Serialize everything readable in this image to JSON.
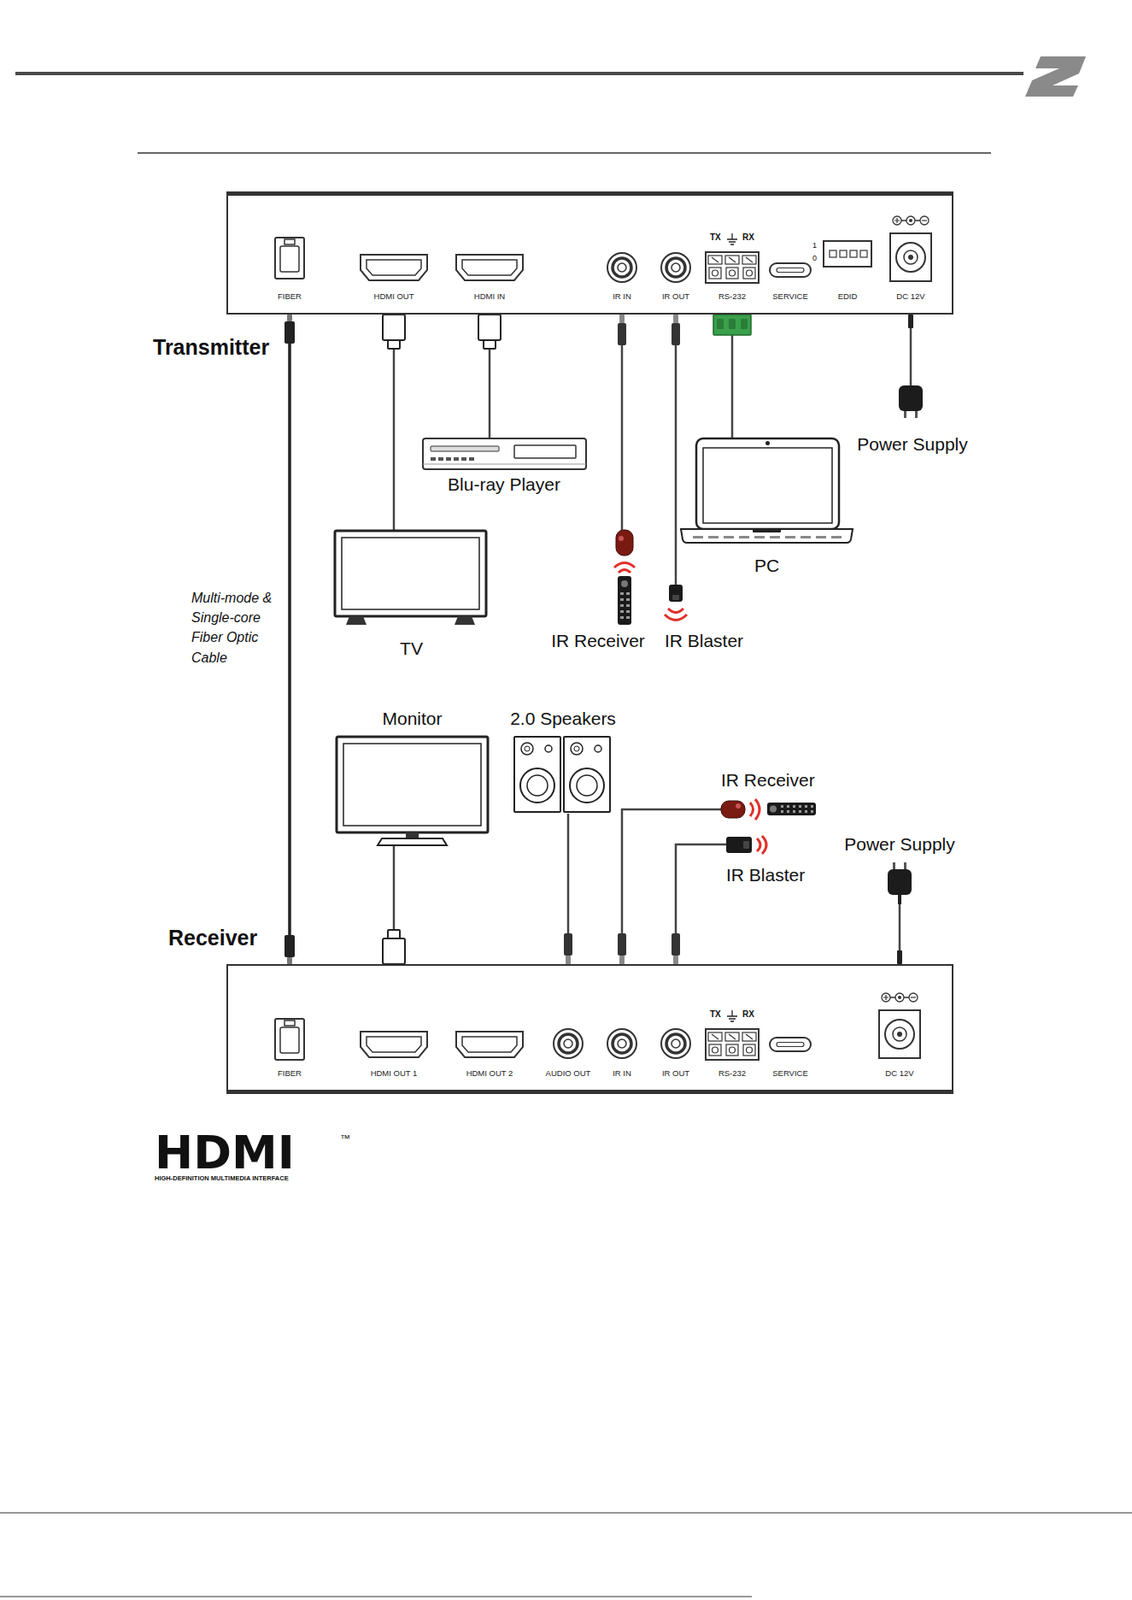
{
  "diagram": {
    "nodes": [
      {
        "text": [
          "Transmitter"
        ]
      },
      {
        "text": [
          "FIBER"
        ],
        "in": 0
      },
      {
        "text": [
          "HDMI OUT"
        ],
        "in": 0
      },
      {
        "text": [
          "HDMI IN"
        ],
        "in": 0
      },
      {
        "text": [
          "IR IN"
        ],
        "in": 0
      },
      {
        "text": [
          "IR OUT"
        ],
        "in": 0
      },
      {
        "text": [
          "RS-232"
        ],
        "in": 0
      },
      {
        "text": [
          "SERVICE"
        ],
        "in": 0
      },
      {
        "text": [
          "EDID"
        ],
        "in": 0
      },
      {
        "text": [
          "DC 12V"
        ],
        "in": 0
      },
      {
        "text": [
          "Blu-ray Player"
        ]
      },
      {
        "text": [
          "TV"
        ]
      },
      {
        "text": [
          "PC"
        ]
      },
      {
        "text": [
          "Power Supply"
        ]
      },
      {
        "text": [
          "IR Receiver"
        ]
      },
      {
        "text": [
          "IR Blaster"
        ]
      },
      {
        "text": [
          "Monitor"
        ]
      },
      {
        "text": [
          "2.0 Speakers"
        ]
      },
      {
        "text": [
          "IR Receiver"
        ]
      },
      {
        "text": [
          "IR Blaster"
        ]
      },
      {
        "text": [
          "Power Supply"
        ]
      },
      {
        "text": [
          "Receiver"
        ]
      },
      {
        "text": [
          "FIBER"
        ],
        "in": 21
      },
      {
        "text": [
          "HDMI OUT 1"
        ],
        "in": 21
      },
      {
        "text": [
          "HDMI OUT 2"
        ],
        "in": 21
      },
      {
        "text": [
          "AUDIO OUT"
        ],
        "in": 21
      },
      {
        "text": [
          "IR IN"
        ],
        "in": 21
      },
      {
        "text": [
          "IR OUT"
        ],
        "in": 21
      },
      {
        "text": [
          "RS-232"
        ],
        "in": 21
      },
      {
        "text": [
          "SERVICE"
        ],
        "in": 21
      },
      {
        "text": [
          "DC 12V"
        ],
        "in": 21
      }
    ],
    "edges": [
      {
        "from": 1,
        "to": 22,
        "arrow": "none",
        "label": "Multi-mode & Single-core Fiber Optic Cable"
      },
      {
        "from": 2,
        "to": 11,
        "arrow": "none"
      },
      {
        "from": 3,
        "to": 10,
        "arrow": "none"
      },
      {
        "from": 4,
        "to": 14,
        "arrow": "none"
      },
      {
        "from": 5,
        "to": 15,
        "arrow": "none"
      },
      {
        "from": 6,
        "to": 12,
        "arrow": "none"
      },
      {
        "from": 9,
        "to": 13,
        "arrow": "none"
      },
      {
        "from": 23,
        "to": 16,
        "arrow": "none"
      },
      {
        "from": 25,
        "to": 17,
        "arrow": "none"
      },
      {
        "from": 26,
        "to": 18,
        "arrow": "none"
      },
      {
        "from": 27,
        "to": 19,
        "arrow": "none"
      },
      {
        "from": 30,
        "to": 20,
        "arrow": "none"
      }
    ],
    "labels": [
      "TX",
      "RX",
      "1",
      "0",
      "TX",
      "RX",
      "HDMI",
      "™",
      "HIGH-DEFINITION MULTIMEDIA INTERFACE"
    ]
  }
}
